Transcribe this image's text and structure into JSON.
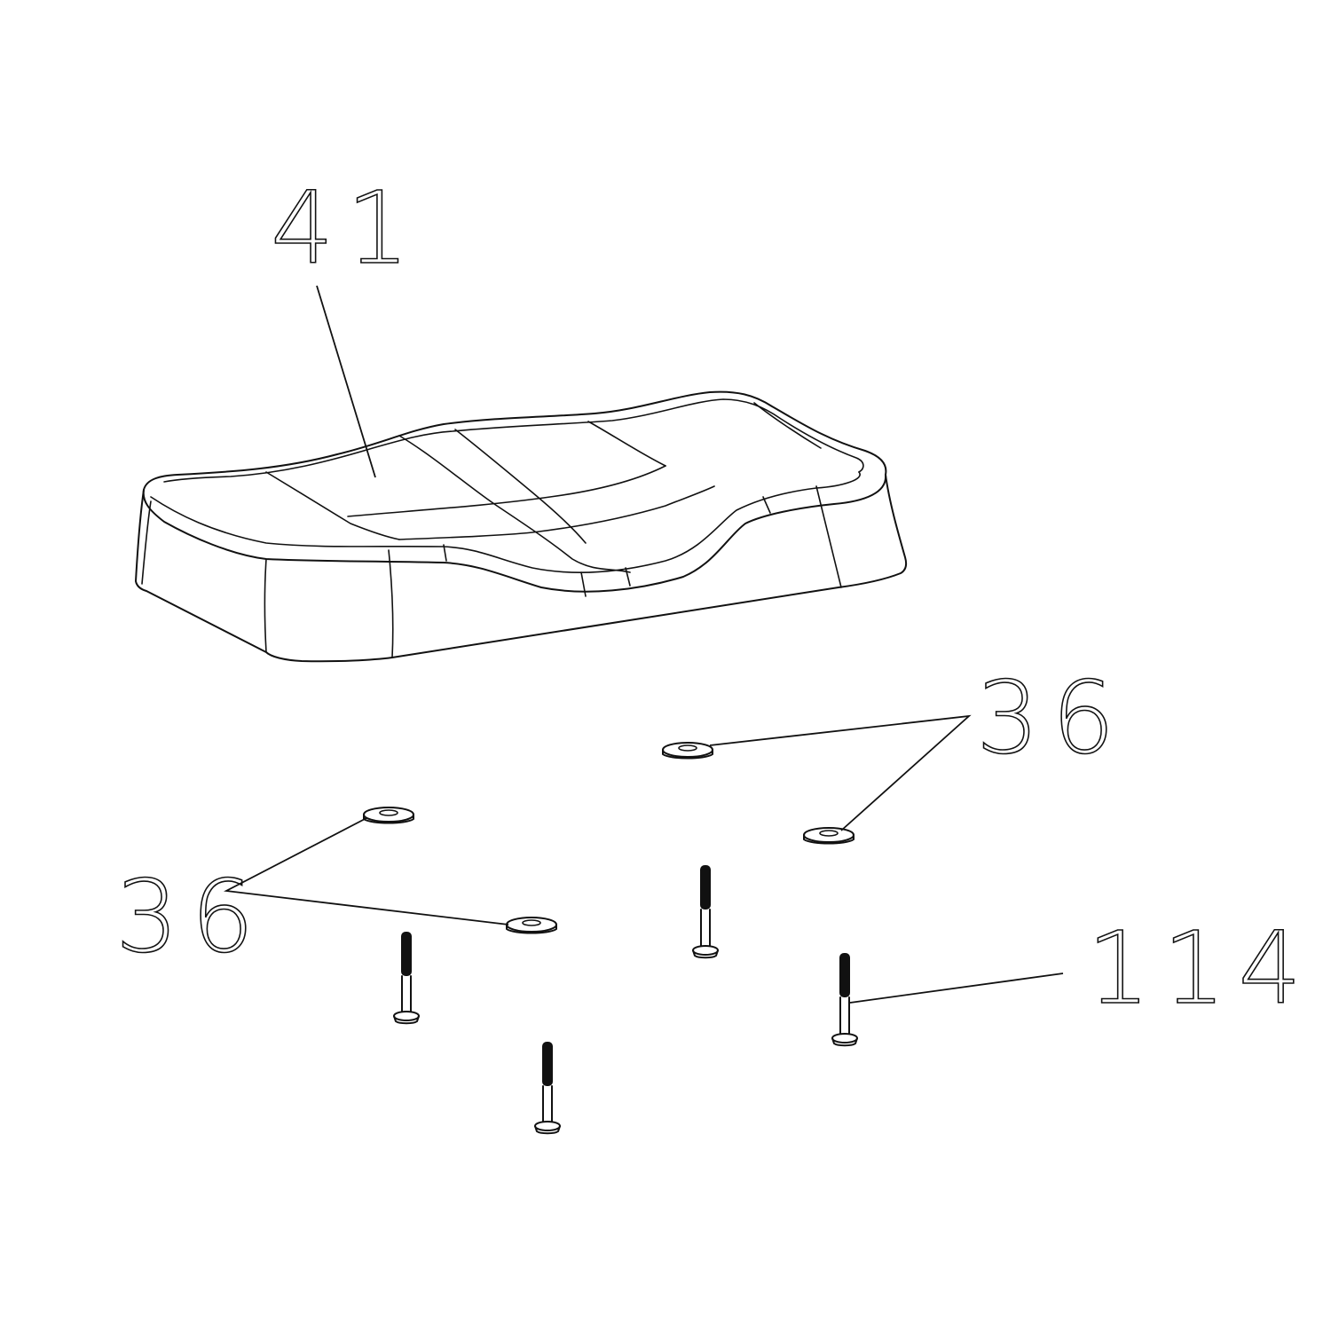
{
  "callouts": {
    "seat_cushion": "41",
    "washers_upper_right": "36",
    "washers_left": "36",
    "bolts": "114"
  },
  "colors": {
    "line": "#111111",
    "background": "#ffffff"
  }
}
